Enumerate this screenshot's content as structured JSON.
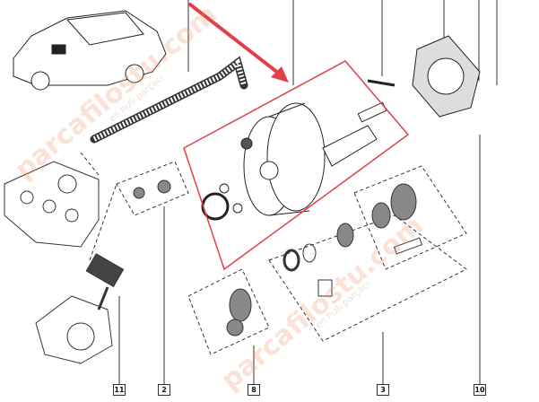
{
  "diagram": {
    "callouts": [
      "11",
      "2",
      "8",
      "3",
      "10"
    ],
    "watermark": {
      "brand": "parcafilostu.com",
      "slogan": "en hızlı parçacı"
    },
    "colors": {
      "highlight": "#e0404a",
      "lines": "#333333",
      "watermark": "#f0966e"
    }
  }
}
